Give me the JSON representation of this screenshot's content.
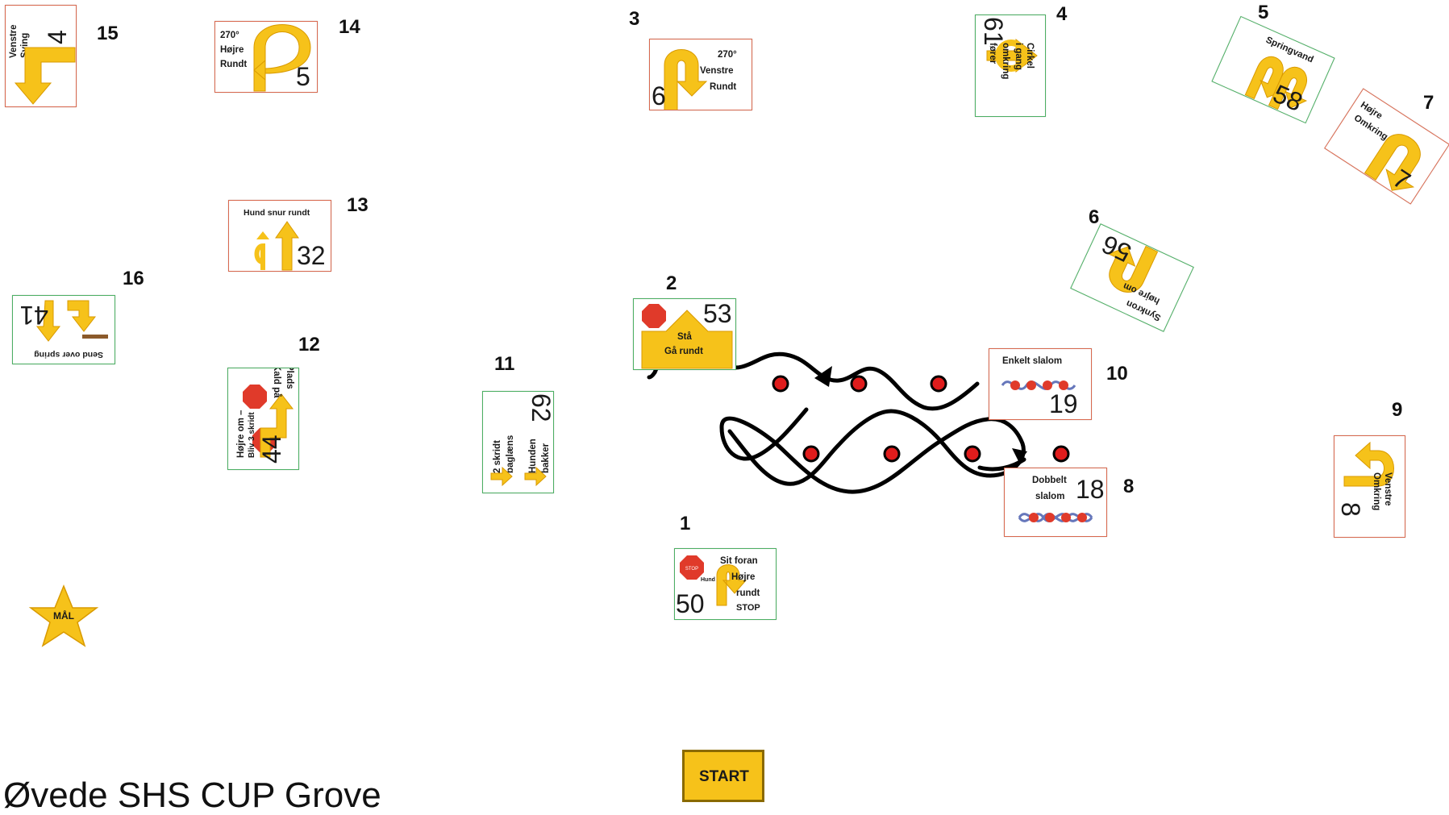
{
  "title": "Øvede SHS CUP Grove",
  "colors": {
    "arrow": "#f6c21a",
    "arrow_edge": "#d99a00",
    "stop": "#e03a2a",
    "red_border": "#d9694f",
    "green_border": "#4caf63",
    "cone": "#e01c1c"
  },
  "stations": [
    {
      "no": "1",
      "text": [
        "Sit foran",
        "Højre",
        "rundt",
        "STOP"
      ],
      "small": "Hund",
      "sign_no": "50",
      "icon": "stop-icon"
    },
    {
      "no": "2",
      "text": [
        "Stå",
        "Gå rundt"
      ],
      "sign_no": "53",
      "icon": "stop-icon"
    },
    {
      "no": "3",
      "text": [
        "270°",
        "Venstre",
        "Rundt"
      ],
      "sign_no": "6"
    },
    {
      "no": "4",
      "text": [
        "Cirkel",
        "i gang",
        "omkring",
        "fører"
      ],
      "sign_no": "61"
    },
    {
      "no": "5",
      "text": [
        "Springvand"
      ],
      "sign_no": "58"
    },
    {
      "no": "6",
      "text": [
        "Synkron",
        "højre om"
      ],
      "sign_no": "56"
    },
    {
      "no": "7",
      "text": [
        "Højre",
        "Omkring"
      ],
      "sign_no": "7"
    },
    {
      "no": "8",
      "text": [
        "Dobbelt",
        "slalom"
      ],
      "sign_no": "18"
    },
    {
      "no": "9",
      "text": [
        "Venstre",
        "Omkring"
      ],
      "sign_no": "8"
    },
    {
      "no": "10",
      "text": [
        "Enkelt slalom"
      ],
      "sign_no": "19"
    },
    {
      "no": "11",
      "text": [
        "2 skridt",
        "baglæns",
        "Hunden",
        "bakker"
      ],
      "sign_no": "62"
    },
    {
      "no": "12",
      "text": [
        "Højre om –",
        "Bliv 3 skridt",
        "Kald på",
        "Plads"
      ],
      "sign_no": "44"
    },
    {
      "no": "13",
      "text": [
        "Hund snur rundt"
      ],
      "sign_no": "32"
    },
    {
      "no": "14",
      "text": [
        "270°",
        "Højre",
        "Rundt"
      ],
      "sign_no": "5"
    },
    {
      "no": "15",
      "text": [
        "Venstre",
        "Sving"
      ],
      "sign_no": "4"
    },
    {
      "no": "16",
      "text": [
        "Send over spring"
      ],
      "sign_no": "41"
    }
  ],
  "start_label": "START",
  "finish_label": "MÅL",
  "stop_label": "STOP"
}
